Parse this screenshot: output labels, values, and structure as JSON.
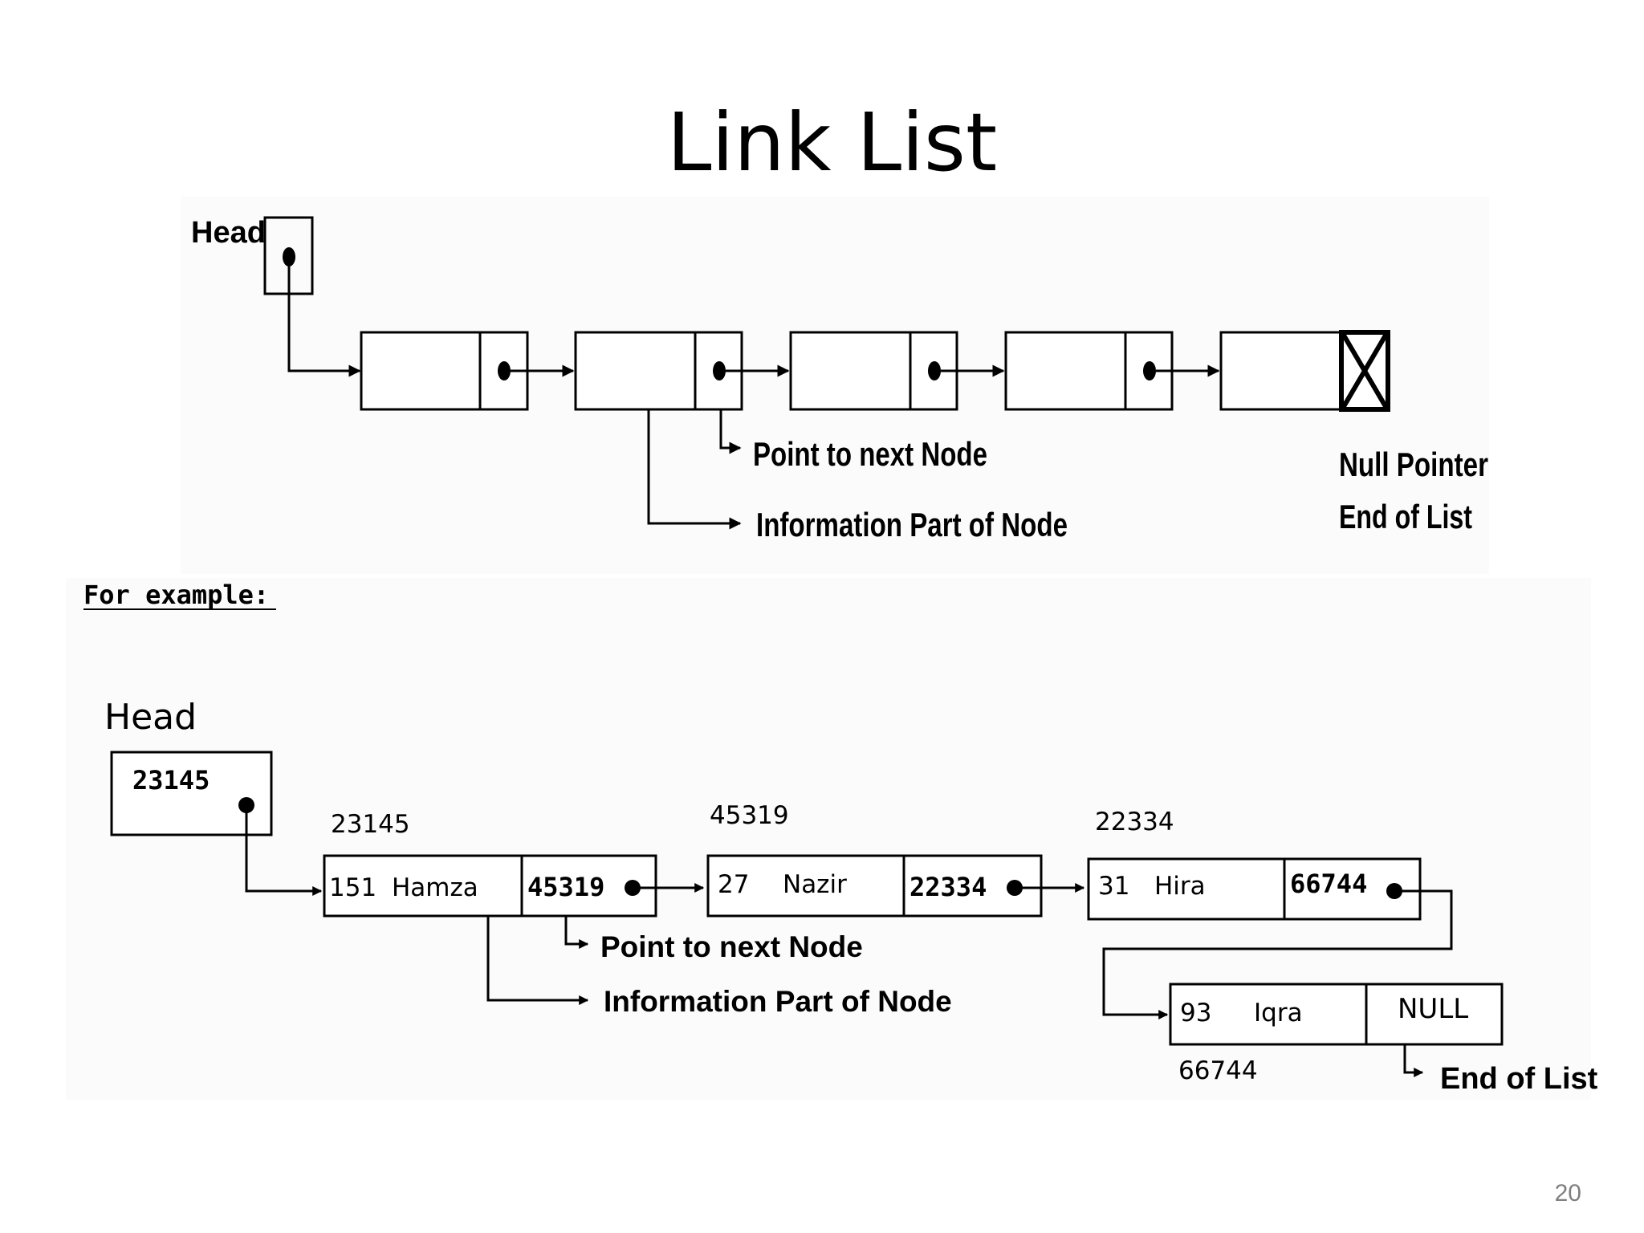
{
  "slide": {
    "title": "Link List",
    "page_number": "20"
  },
  "diagram_top": {
    "head_label": "Head",
    "point_label": "Point to next Node",
    "info_label": "Information Part of Node",
    "null_label_line1": "Null Pointer",
    "null_label_line2": "End of List"
  },
  "example": {
    "heading": "For example:",
    "head_label": "Head",
    "head_value": "23145",
    "point_label": "Point to next Node",
    "info_label": "Information Part of Node",
    "end_label": "End of List",
    "nodes": [
      {
        "address": "23145",
        "info_num": "151",
        "info_name": "Hamza",
        "next": "45319"
      },
      {
        "address": "45319",
        "info_num": "27",
        "info_name": "Nazir",
        "next": "22334"
      },
      {
        "address": "22334",
        "info_num": "31",
        "info_name": "Hira",
        "next": "66744"
      },
      {
        "address": "66744",
        "info_num": "93",
        "info_name": "Iqra",
        "next": "NULL"
      }
    ]
  }
}
